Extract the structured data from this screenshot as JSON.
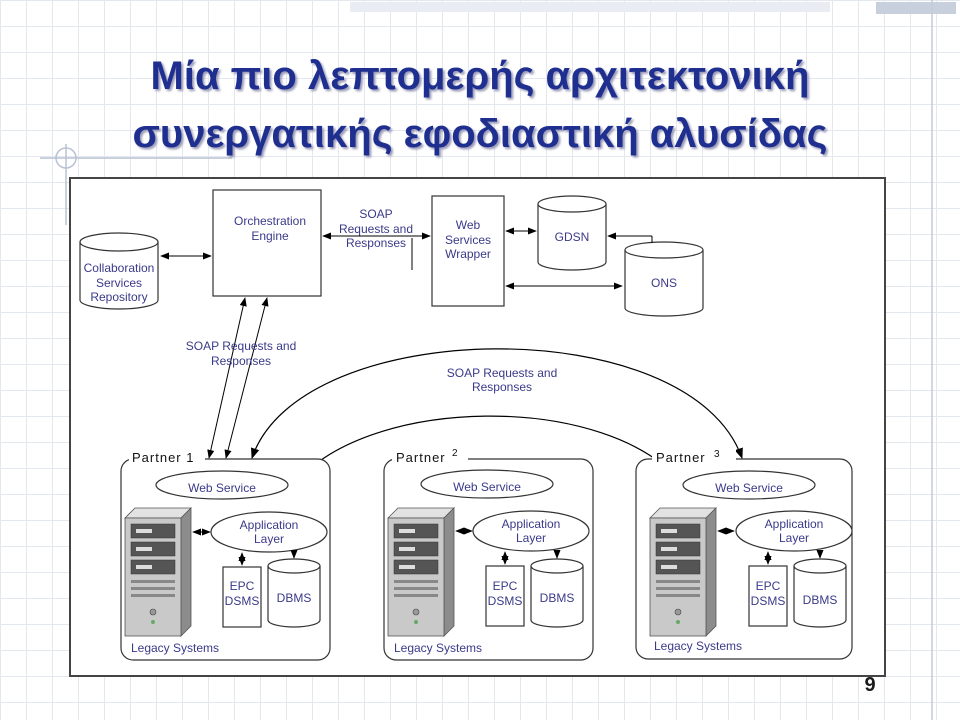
{
  "slide": {
    "title_line1": "Μία πιο λεπτομερής αρχιτεκτονική",
    "title_line2": "συνεργατικής εφοδιαστική αλυσίδας",
    "page_number": "9"
  },
  "diagram": {
    "repository": [
      "Collaboration",
      "Services",
      "Repository"
    ],
    "orchestration": [
      "Orchestration",
      "Engine"
    ],
    "soap_top": [
      "SOAP",
      "Requests and",
      "Responses"
    ],
    "wrapper": [
      "Web",
      "Services",
      "Wrapper"
    ],
    "gdsn": "GDSN",
    "ons": "ONS",
    "soap_left": [
      "SOAP Requests and",
      "Responses"
    ],
    "soap_center": [
      "SOAP Requests and",
      "Responses"
    ],
    "partners": [
      {
        "label": "Partner 1",
        "web_service": "Web Service",
        "application_layer": [
          "Application",
          "Layer"
        ],
        "epc_dsms": [
          "EPC",
          "DSMS"
        ],
        "dbms": "DBMS",
        "legacy": "Legacy Systems"
      },
      {
        "label": "Partner",
        "label_sup": "2",
        "web_service": "Web Service",
        "application_layer": [
          "Application",
          "Layer"
        ],
        "epc_dsms": [
          "EPC",
          "DSMS"
        ],
        "dbms": "DBMS",
        "legacy": "Legacy Systems"
      },
      {
        "label": "Partner",
        "label_sup": "3",
        "web_service": "Web Service",
        "application_layer": [
          "Application",
          "Layer"
        ],
        "epc_dsms": [
          "EPC",
          "DSMS"
        ],
        "dbms": "DBMS",
        "legacy": "Legacy Systems"
      }
    ]
  }
}
